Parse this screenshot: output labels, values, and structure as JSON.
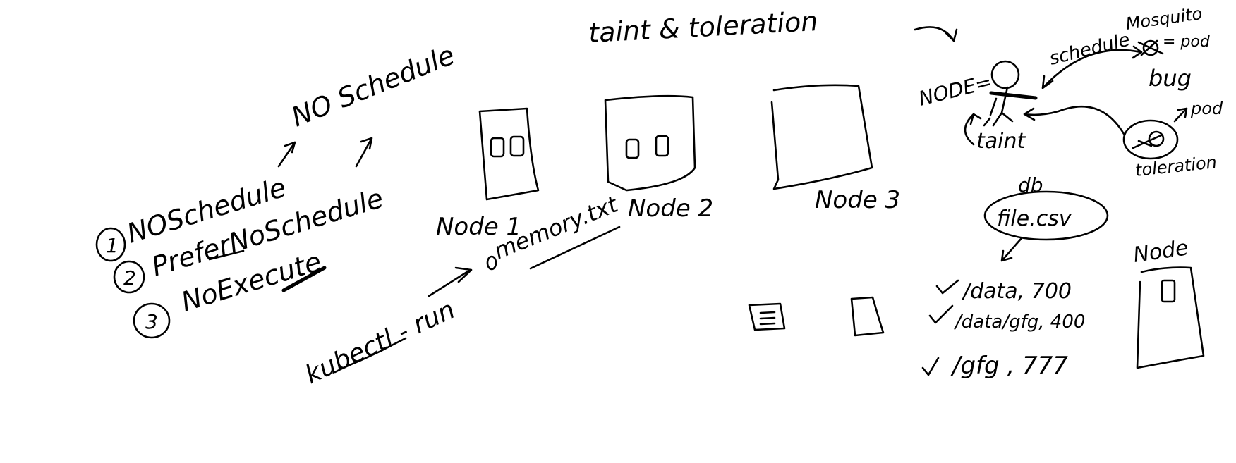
{
  "canvas": {
    "background": "#ffffff",
    "ink": "#000000"
  },
  "title": "taint & toleration",
  "effects": {
    "items": [
      {
        "num": "1",
        "label": "NOSchedule"
      },
      {
        "num": "2",
        "label": "PreferNoSchedule"
      },
      {
        "num": "3",
        "label": "NoExecute"
      }
    ],
    "arrow_note": "NO Schedule"
  },
  "nodes": [
    {
      "label": "Node 1"
    },
    {
      "label": "Node 2"
    },
    {
      "label": "Node 3"
    }
  ],
  "command": {
    "cmd": "kubectl - run",
    "target": "memory.txt"
  },
  "right": {
    "node_label": "NODE=",
    "schedule": "schedule",
    "mosquito": "Mosquito",
    "pod_top": "= pod",
    "bug": "bug",
    "pod_tol": "pod",
    "taint": "taint",
    "toleration": "toleration",
    "db": "db",
    "file": "file.csv",
    "entries": [
      "/data, 700",
      "/data/gfg, 400",
      "/gfg , 777"
    ],
    "node_small": "Node"
  }
}
